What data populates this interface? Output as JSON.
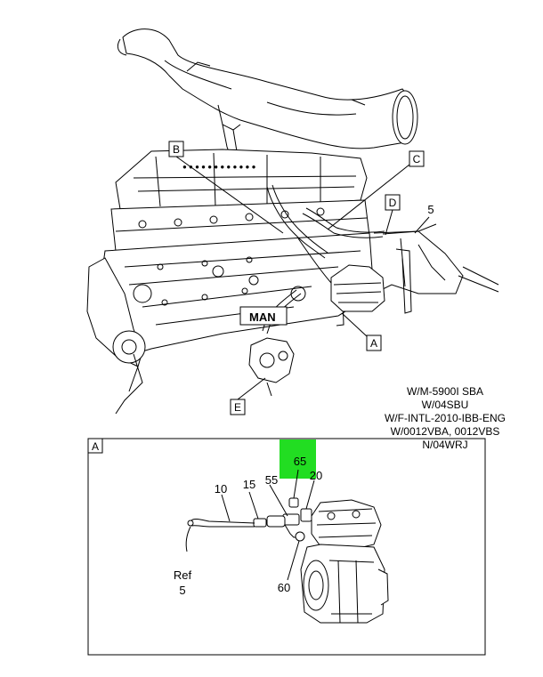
{
  "callouts": {
    "b": "B",
    "c": "C",
    "d": "D",
    "five_top": "5",
    "a": "A",
    "e": "E",
    "detail_frame": "A"
  },
  "engine_branding": {
    "logo_text": "MAN"
  },
  "applicability_note": [
    "W/M-5900I SBA",
    "W/04SBU",
    "W/F-INTL-2010-IBB-ENG",
    "W/0012VBA, 0012VBS",
    "N/04WRJ"
  ],
  "detail_parts": {
    "p65": "65",
    "p20": "20",
    "p55": "55",
    "p15": "15",
    "p10": "10",
    "p60": "60",
    "ref_word": "Ref",
    "ref_num": "5"
  },
  "colors": {
    "highlight": "#22dd22",
    "line": "#000000",
    "background": "#ffffff"
  }
}
